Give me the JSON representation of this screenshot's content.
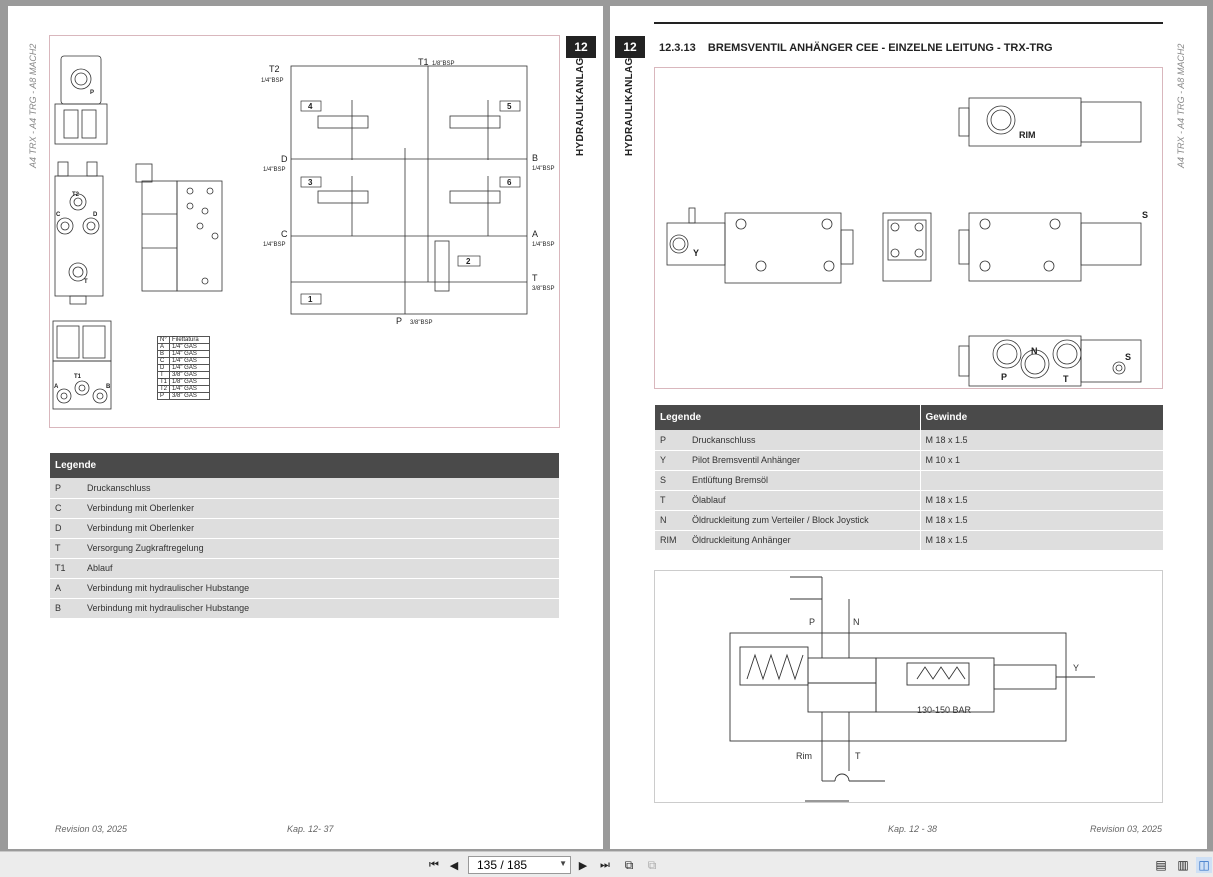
{
  "left_page": {
    "side_text": "A4 TRX - A4 TRG - A8 MACH2",
    "chapter_number": "12",
    "chapter_title": "HYDRAULIKANLAGE",
    "schematic_labels": {
      "t2": "T2",
      "t2_size": "1/4\"BSP",
      "t1": "T1",
      "t1_size": "1/8\"BSP",
      "d": "D",
      "d_size": "1/4\"BSP",
      "b": "B",
      "b_size": "1/4\"BSP",
      "c": "C",
      "c_size": "1/4\"BSP",
      "a": "A",
      "a_size": "1/4\"BSP",
      "t": "T",
      "t_size": "3/8\"BSP",
      "p": "P",
      "p_size": "3/8\"BSP",
      "box4": "4",
      "box5": "5",
      "box3": "3",
      "box6": "6",
      "box2": "2",
      "box1": "1"
    },
    "side_view_labels": {
      "p": "P",
      "t2": "T2",
      "c": "C",
      "d": "D",
      "t": "T",
      "t1": "T1",
      "a": "A",
      "b": "B"
    },
    "thread_table": {
      "headers": [
        "N°",
        "Filettatura"
      ],
      "rows": [
        [
          "A",
          "1/4\" GAS"
        ],
        [
          "B",
          "1/4\" GAS"
        ],
        [
          "C",
          "1/4\" GAS"
        ],
        [
          "D",
          "1/4\" GAS"
        ],
        [
          "T",
          "3/8\" GAS"
        ],
        [
          "T1",
          "1/8\" GAS"
        ],
        [
          "T2",
          "1/4\" GAS"
        ],
        [
          "P",
          "3/8\" GAS"
        ]
      ]
    },
    "legend": {
      "header": "Legende",
      "rows": [
        {
          "code": "P",
          "desc": "Druckanschluss"
        },
        {
          "code": "C",
          "desc": "Verbindung mit Oberlenker"
        },
        {
          "code": "D",
          "desc": "Verbindung mit Oberlenker"
        },
        {
          "code": "T",
          "desc": "Versorgung Zugkraftregelung"
        },
        {
          "code": "T1",
          "desc": "Ablauf"
        },
        {
          "code": "A",
          "desc": "Verbindung mit hydraulischer Hubstange"
        },
        {
          "code": "B",
          "desc": "Verbindung mit hydraulischer Hubstange"
        }
      ]
    },
    "footer_left": "Revision 03, 2025",
    "footer_center": "Kap. 12- 37"
  },
  "right_page": {
    "chapter_number": "12",
    "chapter_title": "HYDRAULIKANLAGE",
    "section_title": "12.3.13    BREMSVENTIL ANHÄNGER CEE - EINZELNE LEITUNG - TRX-TRG",
    "side_text": "A4 TRX - A4 TRG - A8 MACH2",
    "drawing_labels": {
      "rim": "RIM",
      "y": "Y",
      "s": "S",
      "n": "N",
      "p": "P",
      "t": "T",
      "s2": "S"
    },
    "legend": {
      "header_left": "Legende",
      "header_right": "Gewinde",
      "rows": [
        {
          "code": "P",
          "desc": "Druckanschluss",
          "thread": "M 18 x 1.5"
        },
        {
          "code": "Y",
          "desc": "Pilot Bremsventil Anhänger",
          "thread": "M 10 x 1"
        },
        {
          "code": "S",
          "desc": "Entlüftung Bremsöl",
          "thread": ""
        },
        {
          "code": "T",
          "desc": "Ölablauf",
          "thread": "M 18 x 1.5"
        },
        {
          "code": "N",
          "desc": "Öldruckleitung zum Verteiler / Block Joystick",
          "thread": "M 18 x 1.5"
        },
        {
          "code": "RIM",
          "desc": "Öldruckleitung Anhänger",
          "thread": "M 18 x 1.5"
        }
      ]
    },
    "schematic_labels": {
      "p": "P",
      "n": "N",
      "y": "Y",
      "bar": "130-150  BAR",
      "rim": "Rim",
      "t": "T"
    },
    "footer_center": "Kap. 12 - 38",
    "footer_right": "Revision 03, 2025"
  },
  "toolbar": {
    "page_indicator": "135 / 185",
    "icons": [
      "first-page-icon",
      "prev-page-icon",
      "next-page-icon",
      "last-page-icon",
      "copy-icon",
      "paste-icon",
      "single-page-view-icon",
      "continuous-view-icon",
      "two-page-view-icon"
    ]
  }
}
